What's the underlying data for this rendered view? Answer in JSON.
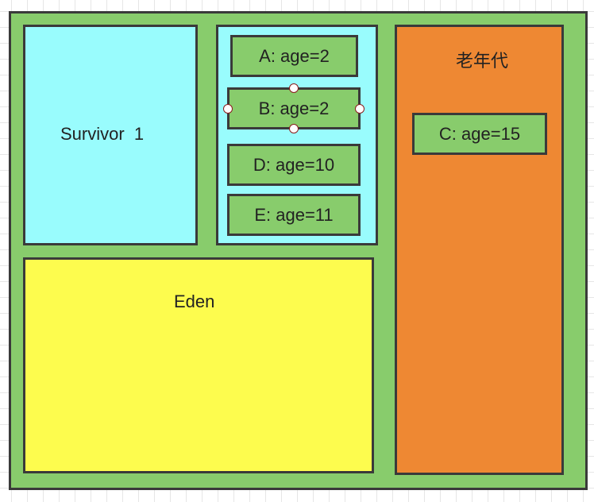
{
  "regions": {
    "survivor1": "Survivor  1",
    "old_generation": "老年代",
    "eden": "Eden"
  },
  "objects": {
    "a": "A: age=2",
    "b": "B: age=2",
    "d": "D: age=10",
    "e": "E: age=11",
    "c": "C: age=15"
  },
  "colors": {
    "heap": "#88cc6c",
    "survivor": "#99fcfd",
    "old_generation": "#ee8833",
    "eden": "#fdfc4e",
    "object": "#88cc6c",
    "border": "#3a3a3a"
  }
}
